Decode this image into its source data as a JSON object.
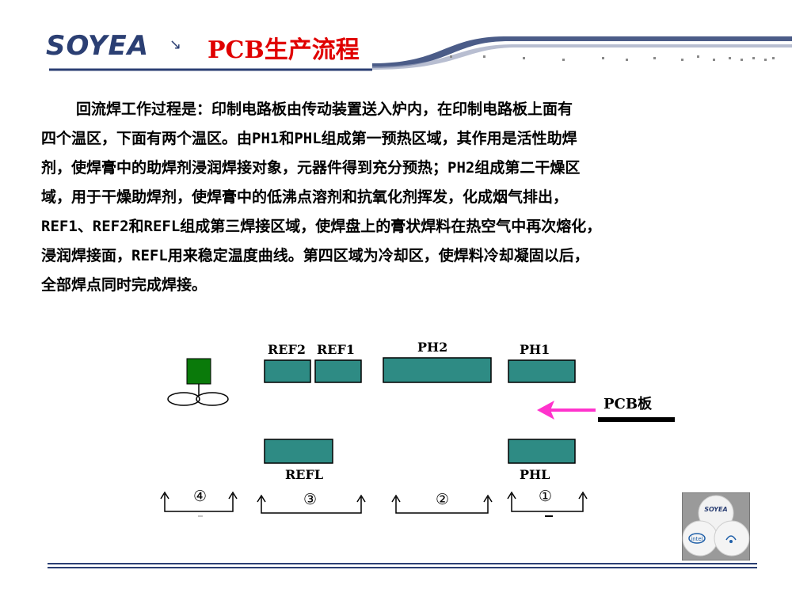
{
  "header": {
    "logo_text": "SOYEA",
    "logo_mark": "↘",
    "title": "PCB生产流程"
  },
  "paragraph": {
    "lines": [
      "回流焊工作过程是：印制电路板由传动装置送入炉内，在印制电路板上面有",
      "四个温区，下面有两个温区。由PH1和PHL组成第一预热区域，其作用是活性助焊",
      "剂，使焊膏中的助焊剂浸润焊接对象，元器件得到充分预热；PH2组成第二干燥区",
      "域，用于干燥助焊剂，使焊膏中的低沸点溶剂和抗氧化剂挥发，化成烟气排出，",
      "REF1、REF2和REFL组成第三焊接区域，使焊盘上的膏状焊料在热空气中再次熔化，",
      "浸润焊接面，REFL用来稳定温度曲线。第四区域为冷却区，使焊料冷却凝固以后，",
      "全部焊点同时完成焊接。"
    ]
  },
  "diagram": {
    "heaters": {
      "ref2": "REF2",
      "ref1": "REF1",
      "ph2": "PH2",
      "ph1": "PH1",
      "refl": "REFL",
      "phl": "PHL"
    },
    "pcb_label": "PCB板",
    "zones": [
      "④",
      "③",
      "②",
      "①"
    ],
    "colors": {
      "heater": "#2e8b84",
      "fan": "#0a7a0a",
      "arrow": "#ff33cc",
      "title": "#e00000",
      "logo": "#2b3f73"
    }
  },
  "badge": {
    "top_text": "SOYEA",
    "left_text": "intel"
  }
}
